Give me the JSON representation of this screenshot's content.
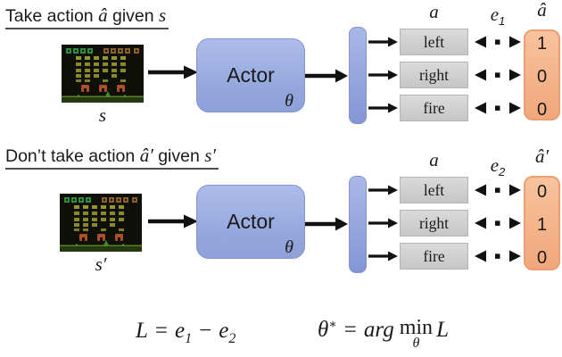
{
  "sections": [
    {
      "title": {
        "prefix": "Take action",
        "action_var": "â",
        "given_word": "given",
        "state_var": "s"
      },
      "state_caption": "s",
      "actor": {
        "label": "Actor",
        "param": "θ"
      },
      "headers": {
        "action": "a",
        "error_base": "e",
        "error_sub": "1",
        "target": "â"
      },
      "actions": [
        "left",
        "right",
        "fire"
      ],
      "target_values": [
        "1",
        "0",
        "0"
      ]
    },
    {
      "title": {
        "prefix": "Don’t take action",
        "action_var": "â′",
        "given_word": "given",
        "state_var": "s′"
      },
      "state_caption": "s′",
      "actor": {
        "label": "Actor",
        "param": "θ"
      },
      "headers": {
        "action": "a",
        "error_base": "e",
        "error_sub": "2",
        "target": "â′"
      },
      "actions": [
        "left",
        "right",
        "fire"
      ],
      "target_values": [
        "0",
        "1",
        "0"
      ]
    }
  ],
  "formulas": {
    "loss": {
      "lhs": "L",
      "equals": "=",
      "term1_base": "e",
      "term1_sub": "1",
      "operator": "−",
      "term2_base": "e",
      "term2_sub": "2"
    },
    "objective": {
      "theta": "θ",
      "star": "∗",
      "equals": "=",
      "arg": "arg",
      "min_word": "min",
      "min_sub": "θ",
      "rhs": "L"
    }
  },
  "colors": {
    "actor_blue": "#93a6dc",
    "action_gray": "#d0d0d0",
    "target_orange": "#f4b48c",
    "arrow_black": "#111111"
  }
}
